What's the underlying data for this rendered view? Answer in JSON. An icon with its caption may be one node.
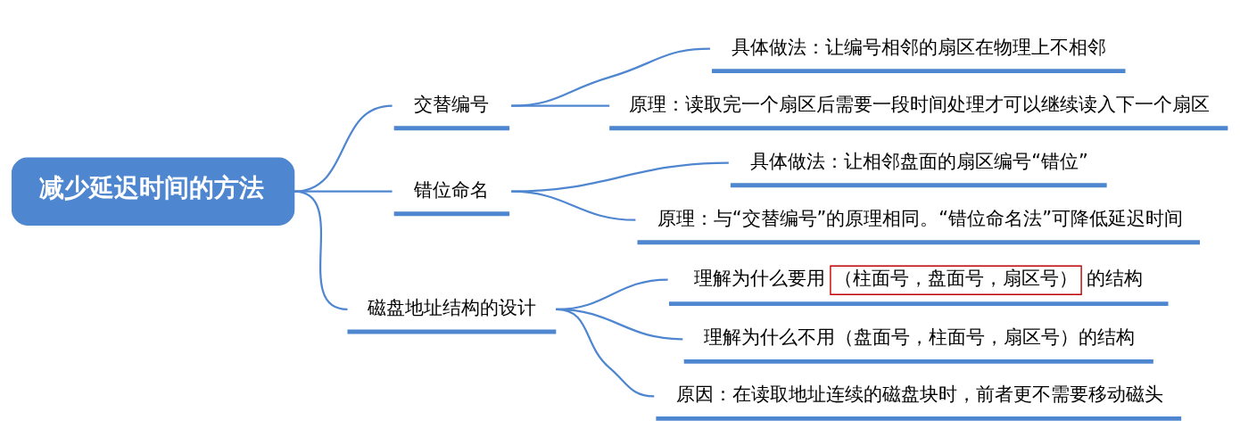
{
  "diagram": {
    "nodes": [
      {
        "text": [
          "减少延迟时间的方法"
        ]
      },
      {
        "text": [
          "交替编号"
        ]
      },
      {
        "text": [
          "具体做法：让编号相邻的扇区在物理上不相邻"
        ]
      },
      {
        "text": [
          "原理：读取完一个扇区后需要一段时间处理才可以继续读入下一个扇区"
        ]
      },
      {
        "text": [
          "错位命名"
        ]
      },
      {
        "text": [
          "具体做法：让相邻盘面的扇区编号“错位”"
        ]
      },
      {
        "text": [
          "原理：与“交替编号”的原理相同。“错位命名法”可降低延迟时间"
        ]
      },
      {
        "text": [
          "磁盘地址结构的设计"
        ]
      },
      {
        "text": [
          "理解为什么要用",
          "（柱面号，盘面号，扇区号）",
          "的结构"
        ]
      },
      {
        "text": [
          "理解为什么不用（盘面号，柱面号，扇区号）的结构"
        ]
      },
      {
        "text": [
          "原因：在读取地址连续的磁盘块时，前者更不需要移动磁头"
        ]
      }
    ],
    "edges": [
      {
        "from": 0,
        "to": 1,
        "arrow": "none"
      },
      {
        "from": 1,
        "to": 2,
        "arrow": "none"
      },
      {
        "from": 1,
        "to": 3,
        "arrow": "none"
      },
      {
        "from": 0,
        "to": 4,
        "arrow": "none"
      },
      {
        "from": 4,
        "to": 5,
        "arrow": "none"
      },
      {
        "from": 4,
        "to": 6,
        "arrow": "none"
      },
      {
        "from": 0,
        "to": 7,
        "arrow": "none"
      },
      {
        "from": 7,
        "to": 8,
        "arrow": "none"
      },
      {
        "from": 7,
        "to": 9,
        "arrow": "none"
      },
      {
        "from": 7,
        "to": 10,
        "arrow": "none"
      }
    ]
  }
}
